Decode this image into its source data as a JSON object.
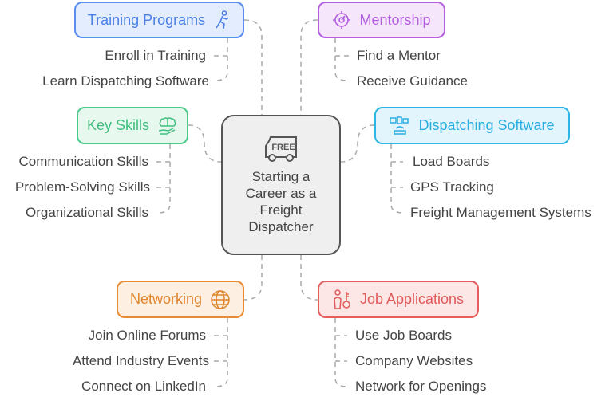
{
  "center": {
    "title": "Starting a Career as a Freight Dispatcher",
    "icon": "free-delivery-truck-icon",
    "icon_text": "FREE"
  },
  "branches": [
    {
      "label": "Training Programs",
      "icon": "person-running-icon",
      "color": "#4a7fe6",
      "bg": "#e3edfd",
      "items": [
        "Enroll in Training",
        "Learn Dispatching Software"
      ]
    },
    {
      "label": "Mentorship",
      "icon": "target-gauge-icon",
      "color": "#b25ee0",
      "bg": "#f6e6fc",
      "items": [
        "Find a Mentor",
        "Receive Guidance"
      ]
    },
    {
      "label": "Key Skills",
      "icon": "brain-hand-icon",
      "color": "#3fbf7f",
      "bg": "#e7f8ef",
      "items": [
        "Communication Skills",
        "Problem-Solving Skills",
        "Organizational Skills"
      ]
    },
    {
      "label": "Dispatching Software",
      "icon": "devices-network-icon",
      "color": "#2aaee0",
      "bg": "#e2f5fd",
      "items": [
        "Load Boards",
        "GPS Tracking",
        "Freight Management Systems"
      ]
    },
    {
      "label": "Networking",
      "icon": "globe-network-icon",
      "color": "#e0852e",
      "bg": "#fdf0e2",
      "items": [
        "Join Online Forums",
        "Attend Industry Events",
        "Connect on LinkedIn"
      ]
    },
    {
      "label": "Job Applications",
      "icon": "person-key-icon",
      "color": "#e05a5a",
      "bg": "#fde6e6",
      "items": [
        "Use Job Boards",
        "Company Websites",
        "Network for Openings"
      ]
    }
  ]
}
